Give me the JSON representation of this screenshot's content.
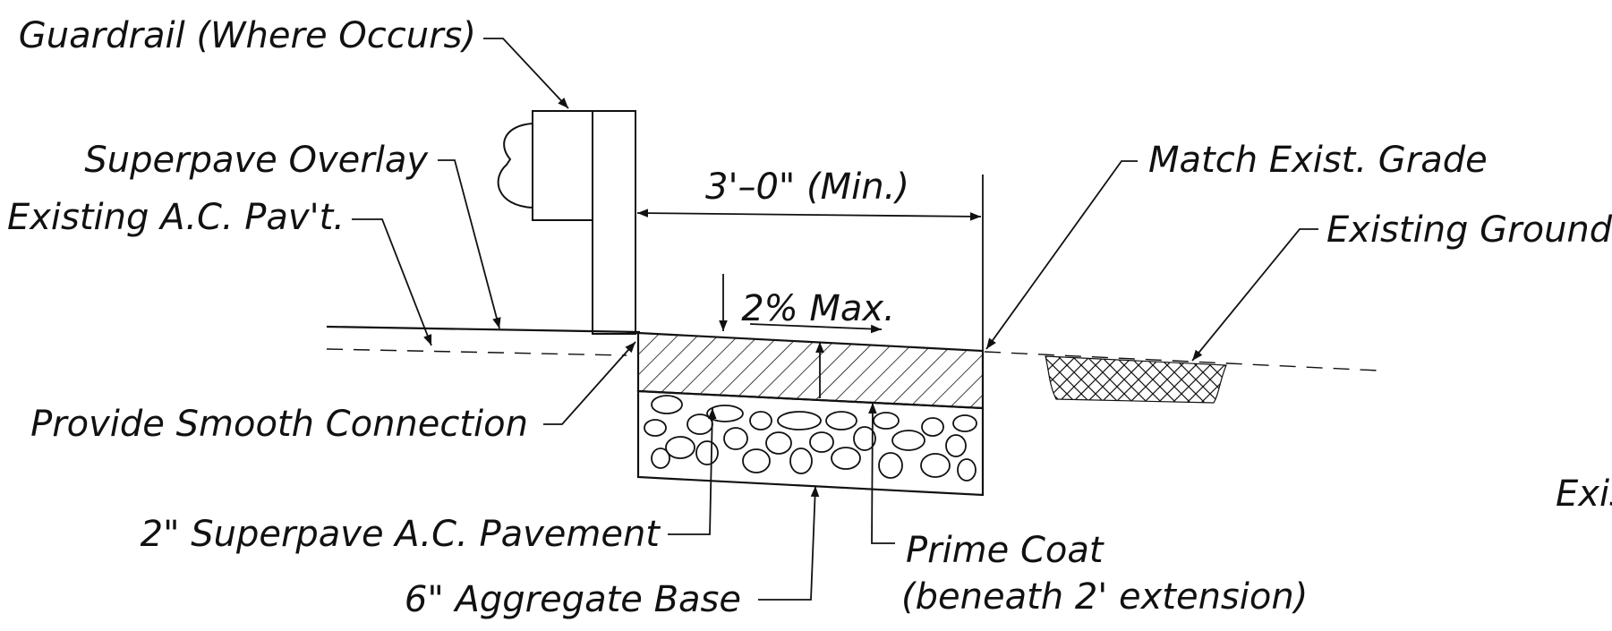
{
  "colors": {
    "ink": "#111111",
    "paper": "#ffffff"
  },
  "labels": {
    "guardrail": "Guardrail (Where Occurs)",
    "superpave_overlay": "Superpave Overlay",
    "existing_ac": "Existing A.C. Pav't.",
    "dimension": "3'–0\" (Min.)",
    "match_grade": "Match Exist. Grade",
    "existing_ground": "Existing Ground",
    "slope": "2% Max.",
    "smooth_connection": "Provide Smooth Connection",
    "superpave_pavement": "2\" Superpave A.C. Pavement",
    "prime_coat_1": "Prime Coat",
    "prime_coat_2": "(beneath 2' extension)",
    "aggregate_base": "6\" Aggregate Base",
    "edge_text": "Exis"
  }
}
